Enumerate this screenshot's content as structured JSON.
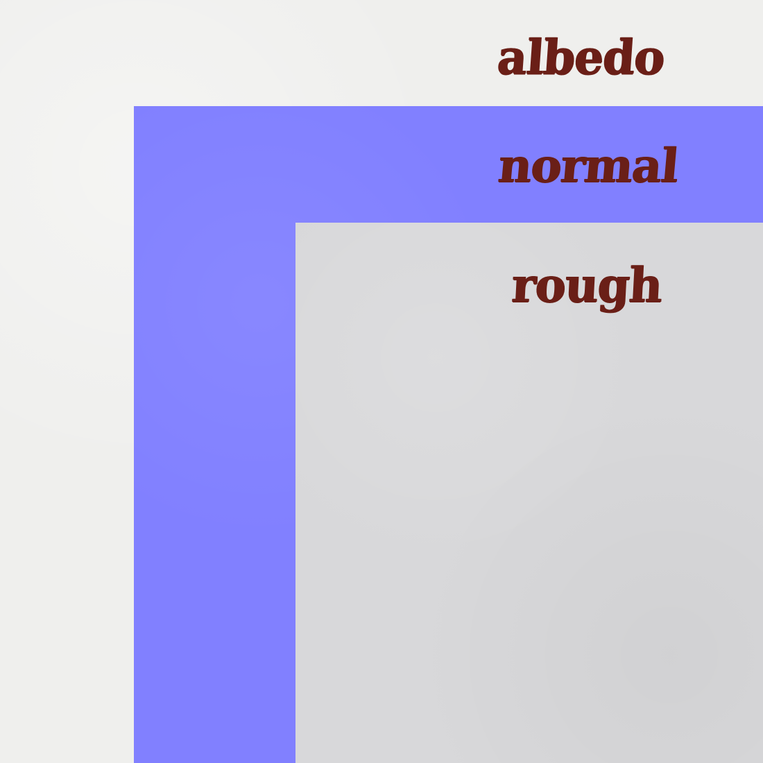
{
  "colors": {
    "albedo": "#efefed",
    "normal": "#8180ff",
    "rough": "#d8d8da",
    "label": "#6a1f17"
  },
  "layers": {
    "albedo": {
      "label": "albedo"
    },
    "normal": {
      "label": "normal"
    },
    "rough": {
      "label": "rough"
    }
  }
}
